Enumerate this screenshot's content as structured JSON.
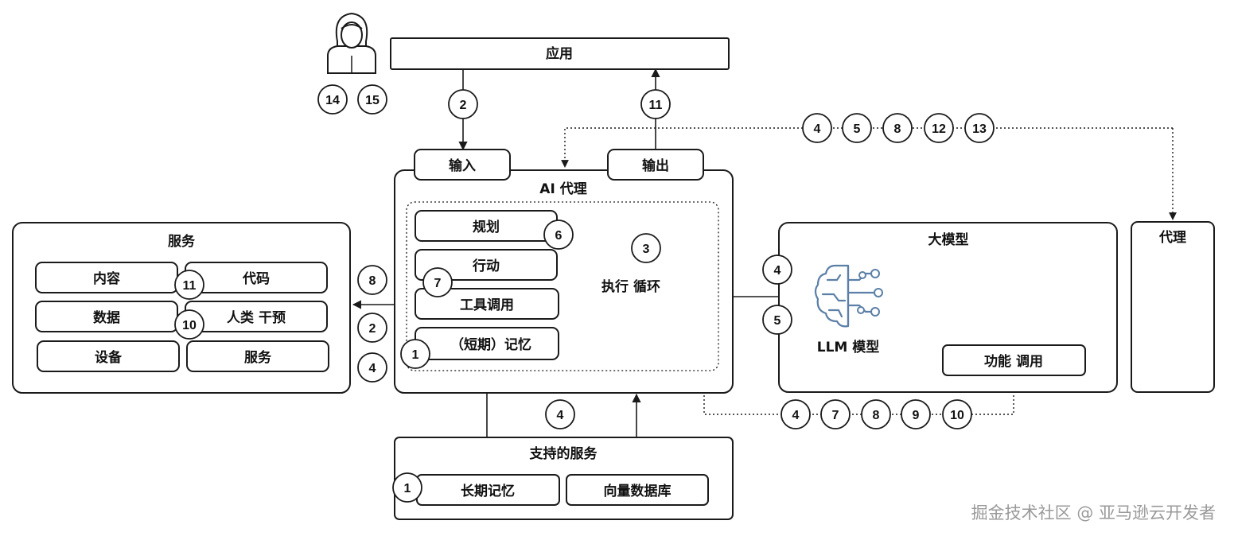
{
  "diagram": {
    "app": "应用",
    "input": "输入",
    "output": "输出",
    "ai_agent": "AI 代理",
    "planning": "规划",
    "action": "行动",
    "tool_call": "工具调用",
    "short_memory": "（短期）记忆",
    "exec_loop": "执行 循环",
    "services": {
      "title": "服务",
      "content": "内容",
      "code": "代码",
      "data": "数据",
      "human": "人类 干预",
      "device": "设备",
      "service": "服务"
    },
    "llm_group": {
      "title": "大模型",
      "model": "LLM 模型",
      "function_call": "功能 调用"
    },
    "agent_right": "代理",
    "support": {
      "title": "支持的服务",
      "long_memory": "长期记忆",
      "vector_db": "向量数据库"
    },
    "badges": {
      "user": [
        "14",
        "15"
      ],
      "app_in": "2",
      "app_out": "11",
      "top_chain": [
        "4",
        "5",
        "8",
        "12",
        "13"
      ],
      "planning": "6",
      "loop": "3",
      "tool": "7",
      "short_mem": "1",
      "services_left": [
        "8",
        "2",
        "4"
      ],
      "svc_code": "11",
      "svc_human": "10",
      "llm_left": [
        "4",
        "5"
      ],
      "bottom_chain": [
        "4",
        "7",
        "8",
        "9",
        "10"
      ],
      "support_top": "4",
      "long_mem": "1"
    }
  },
  "watermark": "掘金技术社区 @ 亚马逊云开发者",
  "icons": [
    "person-icon",
    "brain-circuit-icon"
  ]
}
